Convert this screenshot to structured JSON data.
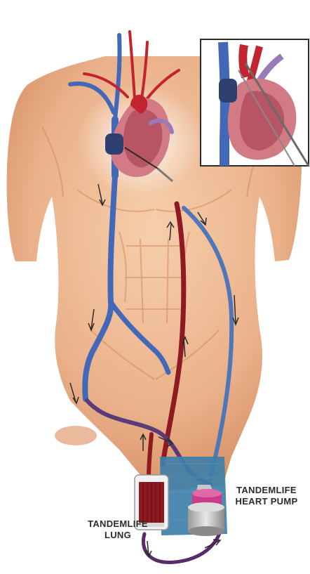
{
  "labels": {
    "pump_line1": "TANDEMLIFE",
    "pump_line2": "HEART PUMP",
    "lung_line1": "TANDEMLIFE",
    "lung_line2": "LUNG"
  },
  "colors": {
    "skin": "#f2c19b",
    "skin_shadow": "#d9946a",
    "vein_blue": "#4468b8",
    "artery_red": "#b0202a",
    "drape_blue": "#3f7fa8",
    "oxygenator_blood": "#8e1a22",
    "return_tube_purple": "#5a2a6a"
  }
}
